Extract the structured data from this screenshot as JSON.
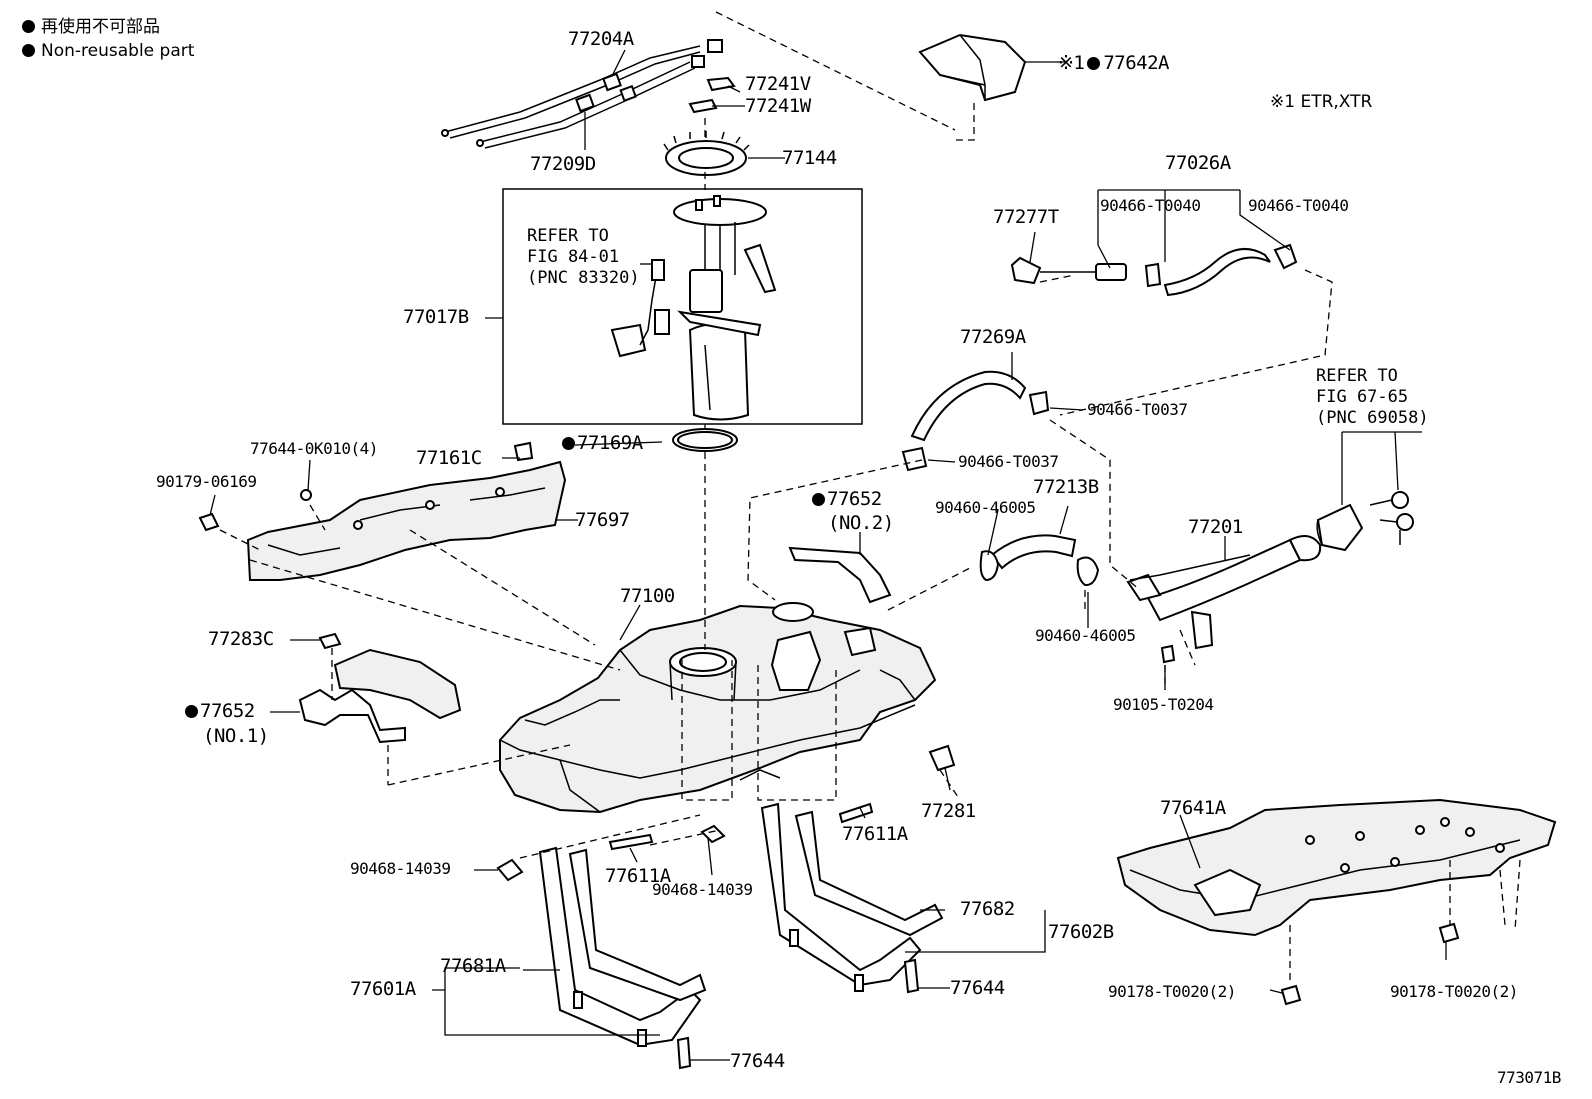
{
  "legend": {
    "line_jp": "再使用不可部品",
    "line_en": "Non-reusable part",
    "variant_note": "※1 ETR,XTR"
  },
  "reference_notes": {
    "fig_84": "REFER TO\nFIG 84-01\n(PNC 83320)",
    "fig_67": "REFER TO\nFIG 67-65\n(PNC 69058)"
  },
  "diagram_id": "773071B",
  "parts": [
    {
      "id": "77204A",
      "label": "77204A"
    },
    {
      "id": "77241V",
      "label": "77241V"
    },
    {
      "id": "77241W",
      "label": "77241W"
    },
    {
      "id": "77209D",
      "label": "77209D"
    },
    {
      "id": "77144",
      "label": "77144"
    },
    {
      "id": "77642A",
      "label": "77642A",
      "prefix": "※1"
    },
    {
      "id": "77026A",
      "label": "77026A"
    },
    {
      "id": "90466-T0040a",
      "label": "90466-T0040"
    },
    {
      "id": "90466-T0040b",
      "label": "90466-T0040"
    },
    {
      "id": "77277T",
      "label": "77277T"
    },
    {
      "id": "77017B",
      "label": "77017B"
    },
    {
      "id": "77269A",
      "label": "77269A"
    },
    {
      "id": "90466-T0037a",
      "label": "90466-T0037"
    },
    {
      "id": "90466-T0037b",
      "label": "90466-T0037"
    },
    {
      "id": "77644-0K010",
      "label": "77644-0K010(4)"
    },
    {
      "id": "77161C",
      "label": "77161C"
    },
    {
      "id": "77169A",
      "label": "77169A"
    },
    {
      "id": "90179-06169",
      "label": "90179-06169"
    },
    {
      "id": "77697",
      "label": "77697"
    },
    {
      "id": "77652-no2",
      "label": "77652",
      "sub": "(NO.2)"
    },
    {
      "id": "90460-46005a",
      "label": "90460-46005"
    },
    {
      "id": "77213B",
      "label": "77213B"
    },
    {
      "id": "77201",
      "label": "77201"
    },
    {
      "id": "90460-46005b",
      "label": "90460-46005"
    },
    {
      "id": "77100",
      "label": "77100"
    },
    {
      "id": "77283C",
      "label": "77283C"
    },
    {
      "id": "77652-no1",
      "label": "77652",
      "sub": "(NO.1)"
    },
    {
      "id": "90105-T0204",
      "label": "90105-T0204"
    },
    {
      "id": "77281",
      "label": "77281"
    },
    {
      "id": "77611A-a",
      "label": "77611A"
    },
    {
      "id": "77611A-b",
      "label": "77611A"
    },
    {
      "id": "90468-14039a",
      "label": "90468-14039"
    },
    {
      "id": "90468-14039b",
      "label": "90468-14039"
    },
    {
      "id": "77641A",
      "label": "77641A"
    },
    {
      "id": "77682",
      "label": "77682"
    },
    {
      "id": "77602B",
      "label": "77602B"
    },
    {
      "id": "77681A",
      "label": "77681A"
    },
    {
      "id": "77601A",
      "label": "77601A"
    },
    {
      "id": "77644a",
      "label": "77644"
    },
    {
      "id": "77644b",
      "label": "77644"
    },
    {
      "id": "90178-T0020a",
      "label": "90178-T0020(2)"
    },
    {
      "id": "90178-T0020b",
      "label": "90178-T0020(2)"
    }
  ]
}
